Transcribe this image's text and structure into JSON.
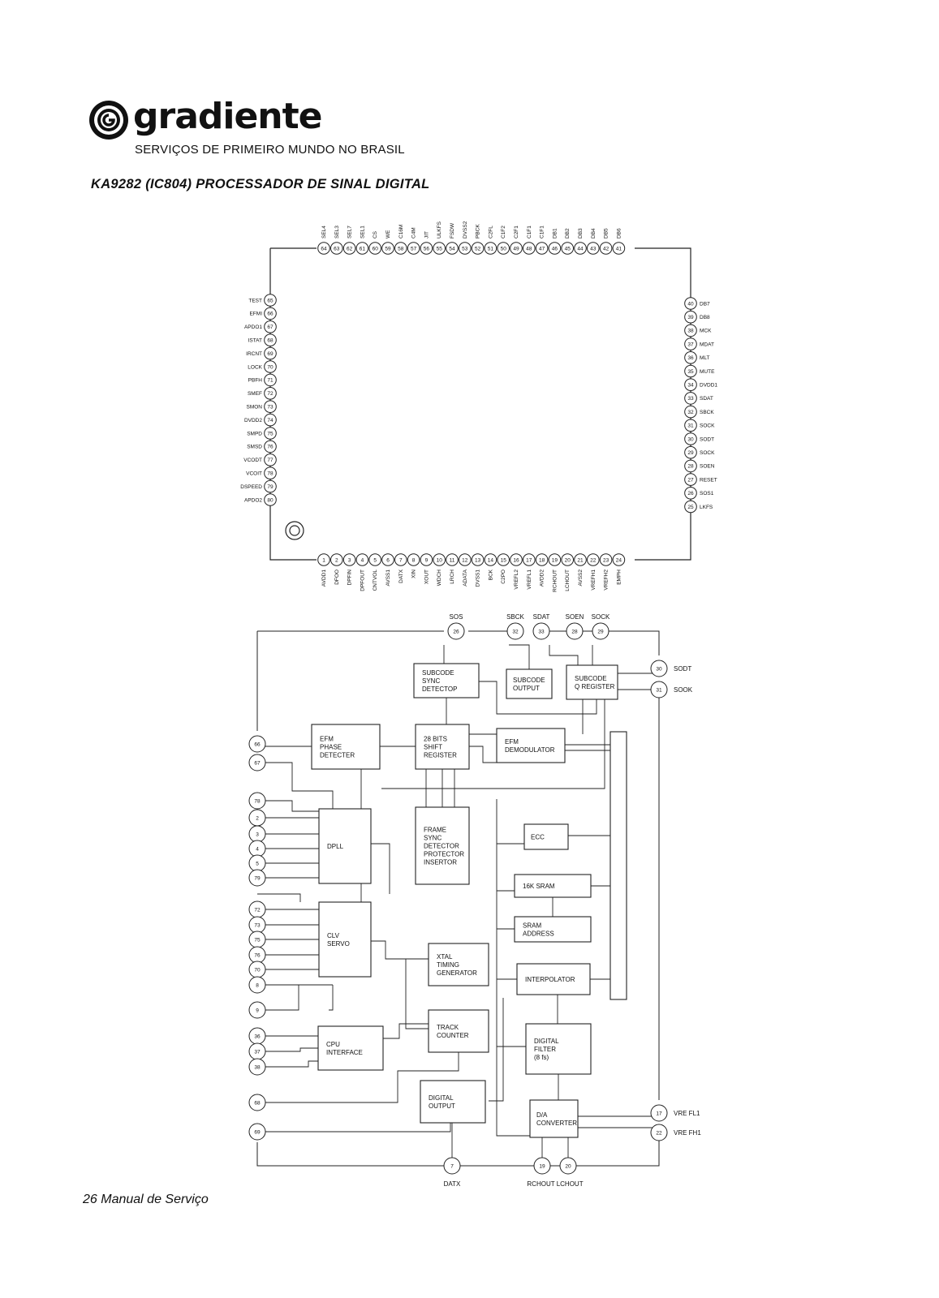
{
  "header": {
    "brand": "gradiente",
    "tagline": "SERVIÇOS DE PRIMEIRO MUNDO NO BRASIL"
  },
  "title": "KA9282 (IC804) PROCESSADOR DE SINAL DIGITAL",
  "pinout": {
    "top": [
      {
        "n": "64",
        "l": "SEL4"
      },
      {
        "n": "63",
        "l": "SEL3"
      },
      {
        "n": "62",
        "l": "SEL7"
      },
      {
        "n": "61",
        "l": "SEL1"
      },
      {
        "n": "60",
        "l": "CS"
      },
      {
        "n": "59",
        "l": "WE"
      },
      {
        "n": "58",
        "l": "C16M"
      },
      {
        "n": "57",
        "l": "C4M"
      },
      {
        "n": "56",
        "l": "JIT"
      },
      {
        "n": "55",
        "l": "ULKFS"
      },
      {
        "n": "54",
        "l": "FSDW"
      },
      {
        "n": "53",
        "l": "DVSS2"
      },
      {
        "n": "52",
        "l": "PBCK"
      },
      {
        "n": "51",
        "l": "C2FL"
      },
      {
        "n": "50",
        "l": "C1F2"
      },
      {
        "n": "49",
        "l": "C2F1"
      },
      {
        "n": "48",
        "l": "C1F1"
      },
      {
        "n": "47",
        "l": "C1F1"
      },
      {
        "n": "46",
        "l": "DB1"
      },
      {
        "n": "45",
        "l": "DB2"
      },
      {
        "n": "44",
        "l": "DB3"
      },
      {
        "n": "43",
        "l": "DB4"
      },
      {
        "n": "42",
        "l": "DB5"
      },
      {
        "n": "41",
        "l": "DB6"
      }
    ],
    "left": [
      {
        "n": "65",
        "l": "TEST"
      },
      {
        "n": "66",
        "l": "EFMI"
      },
      {
        "n": "67",
        "l": "APDO1"
      },
      {
        "n": "68",
        "l": "ISTAT"
      },
      {
        "n": "69",
        "l": "IRCNT"
      },
      {
        "n": "70",
        "l": "LOCK"
      },
      {
        "n": "71",
        "l": "PBFH"
      },
      {
        "n": "72",
        "l": "SMEF"
      },
      {
        "n": "73",
        "l": "SMON"
      },
      {
        "n": "74",
        "l": "DVDD2"
      },
      {
        "n": "75",
        "l": "SMPD"
      },
      {
        "n": "76",
        "l": "SMSD"
      },
      {
        "n": "77",
        "l": "VCODT"
      },
      {
        "n": "78",
        "l": "VCOIT"
      },
      {
        "n": "79",
        "l": "DSPEED"
      },
      {
        "n": "80",
        "l": "APDO2"
      }
    ],
    "right": [
      {
        "n": "40",
        "l": "DB7"
      },
      {
        "n": "39",
        "l": "DB8"
      },
      {
        "n": "38",
        "l": "MCK"
      },
      {
        "n": "37",
        "l": "MDAT"
      },
      {
        "n": "36",
        "l": "MLT"
      },
      {
        "n": "35",
        "l": "MUTE"
      },
      {
        "n": "34",
        "l": "DVDD1"
      },
      {
        "n": "33",
        "l": "SDAT"
      },
      {
        "n": "32",
        "l": "SBCK"
      },
      {
        "n": "31",
        "l": "SOCK"
      },
      {
        "n": "30",
        "l": "SODT"
      },
      {
        "n": "29",
        "l": "SOCK"
      },
      {
        "n": "28",
        "l": "SOEN"
      },
      {
        "n": "27",
        "l": "RESET"
      },
      {
        "n": "26",
        "l": "SOS1"
      },
      {
        "n": "25",
        "l": "LKFS"
      }
    ],
    "bottom": [
      {
        "n": "1",
        "l": "AVDD1"
      },
      {
        "n": "2",
        "l": "DFOO"
      },
      {
        "n": "3",
        "l": "DPFIN"
      },
      {
        "n": "4",
        "l": "DPFOUT"
      },
      {
        "n": "5",
        "l": "CNTVOL"
      },
      {
        "n": "6",
        "l": "AVSS1"
      },
      {
        "n": "7",
        "l": "DATX"
      },
      {
        "n": "8",
        "l": "XIN"
      },
      {
        "n": "9",
        "l": "XOUT"
      },
      {
        "n": "10",
        "l": "WDCH"
      },
      {
        "n": "11",
        "l": "LRCH"
      },
      {
        "n": "12",
        "l": "ADATA"
      },
      {
        "n": "13",
        "l": "DVSS1"
      },
      {
        "n": "14",
        "l": "BCK"
      },
      {
        "n": "15",
        "l": "C2PO"
      },
      {
        "n": "16",
        "l": "VREFL2"
      },
      {
        "n": "17",
        "l": "VREFL1"
      },
      {
        "n": "18",
        "l": "AVDD2"
      },
      {
        "n": "19",
        "l": "RCHOUT"
      },
      {
        "n": "20",
        "l": "LCHOUT"
      },
      {
        "n": "21",
        "l": "AVSS2"
      },
      {
        "n": "22",
        "l": "VREFH1"
      },
      {
        "n": "23",
        "l": "VREFH2"
      },
      {
        "n": "24",
        "l": "EMPH"
      }
    ]
  },
  "block_diagram": {
    "blocks": {
      "subcode_sync": "SUBCODE SYNC DETECTOP",
      "subcode_output": "SUBCODE OUTPUT",
      "subcode_q": "SUBCODE Q REGISTER",
      "efm_phase": "EFM PHASE DETECTER",
      "shift_reg": "28 BITS SHIFT REGISTER",
      "efm_demod": "EFM DEMODULATOR",
      "dpll": "DPLL",
      "frame_sync": "FRAME SYNC DETECTOR PROTECTOR INSERTOR",
      "ecc": "ECC",
      "sram": "16K SRAM",
      "sram_addr": "SRAM ADDRESS",
      "clv": "CLV SERVO",
      "xtal": "XTAL TIMING GENERATOR",
      "interp": "INTERPOLATOR",
      "track": "TRACK COUNTER",
      "cpu": "CPU INTERFACE",
      "digfilter": "DIGITAL FILTER (8 fs)",
      "digout": "DIGITAL OUTPUT",
      "dac": "D/A CONVERTER"
    },
    "top_pins": [
      {
        "n": "26",
        "l": "SOS"
      },
      {
        "n": "32",
        "l": "SBCK"
      },
      {
        "n": "33",
        "l": "SDAT"
      },
      {
        "n": "28",
        "l": "SOEN"
      },
      {
        "n": "29",
        "l": "SOCK"
      }
    ],
    "right_pins": [
      {
        "n": "30",
        "l": "SODT"
      },
      {
        "n": "31",
        "l": "SOOK"
      },
      {
        "n": "17",
        "l": "VRE FL1"
      },
      {
        "n": "22",
        "l": "VRE FH1"
      }
    ],
    "left_pins": [
      "66",
      "67",
      "78",
      "2",
      "3",
      "4",
      "5",
      "79",
      "72",
      "73",
      "75",
      "76",
      "70",
      "8",
      "9",
      "36",
      "37",
      "38",
      "68",
      "69"
    ],
    "bottom_pins": [
      {
        "n": "7",
        "l": "DATX"
      },
      {
        "n": "19",
        "l": ""
      },
      {
        "n": "20",
        "l": ""
      }
    ],
    "bottom_labels": "RCHOUT LCHOUT"
  },
  "footer": "26 Manual de Serviço"
}
